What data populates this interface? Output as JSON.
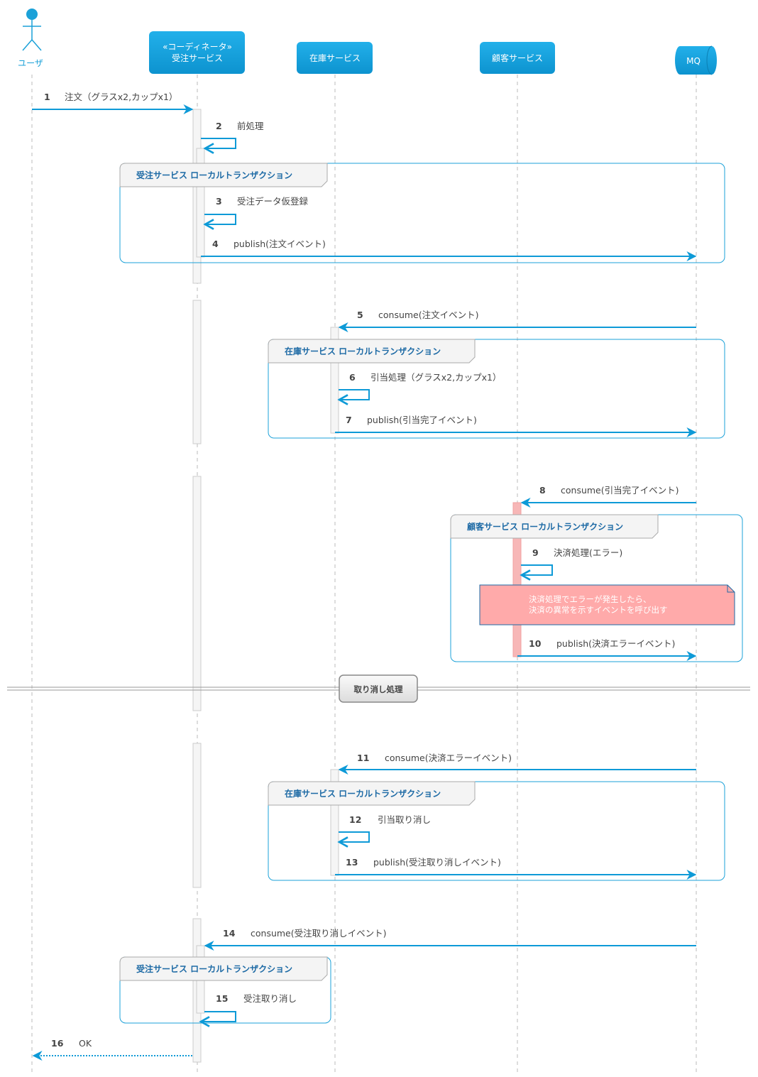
{
  "participants": {
    "user": {
      "label": "ユーザ"
    },
    "order": {
      "stereotype": "«コーディネータ»",
      "label": "受注サービス"
    },
    "stock": {
      "label": "在庫サービス"
    },
    "customer": {
      "label": "顧客サービス"
    },
    "mq": {
      "label": "MQ"
    }
  },
  "messages": [
    {
      "num": "1",
      "text": "注文（グラスx2,カップx1）"
    },
    {
      "num": "2",
      "text": "前処理"
    },
    {
      "num": "3",
      "text": "受注データ仮登録"
    },
    {
      "num": "4",
      "text": "publish(注文イベント)"
    },
    {
      "num": "5",
      "text": "consume(注文イベント)"
    },
    {
      "num": "6",
      "text": "引当処理（グラスx2,カップx1）"
    },
    {
      "num": "7",
      "text": "publish(引当完了イベント)"
    },
    {
      "num": "8",
      "text": "consume(引当完了イベント)"
    },
    {
      "num": "9",
      "text": "決済処理(エラー)"
    },
    {
      "num": "10",
      "text": "publish(決済エラーイベント)"
    },
    {
      "num": "11",
      "text": "consume(決済エラーイベント)"
    },
    {
      "num": "12",
      "text": "引当取り消し"
    },
    {
      "num": "13",
      "text": "publish(受注取り消しイベント)"
    },
    {
      "num": "14",
      "text": "consume(受注取り消しイベント)"
    },
    {
      "num": "15",
      "text": "受注取り消し"
    },
    {
      "num": "16",
      "text": "OK"
    }
  ],
  "groups": [
    {
      "title": "受注サービス ローカルトランザクション"
    },
    {
      "title": "在庫サービス ローカルトランザクション"
    },
    {
      "title": "顧客サービス ローカルトランザクション"
    },
    {
      "title": "在庫サービス ローカルトランザクション"
    },
    {
      "title": "受注サービス ローカルトランザクション"
    }
  ],
  "note": {
    "line1": "決済処理でエラーが発生したら、",
    "line2": "決済の異常を示すイベントを呼び出す"
  },
  "divider": {
    "label": "取り消し処理"
  },
  "colors": {
    "accent": "#1ba1d8",
    "arrow": "#0e9ad7",
    "note_fill": "#ffaaaa",
    "group_border": "#1ba1d8"
  }
}
